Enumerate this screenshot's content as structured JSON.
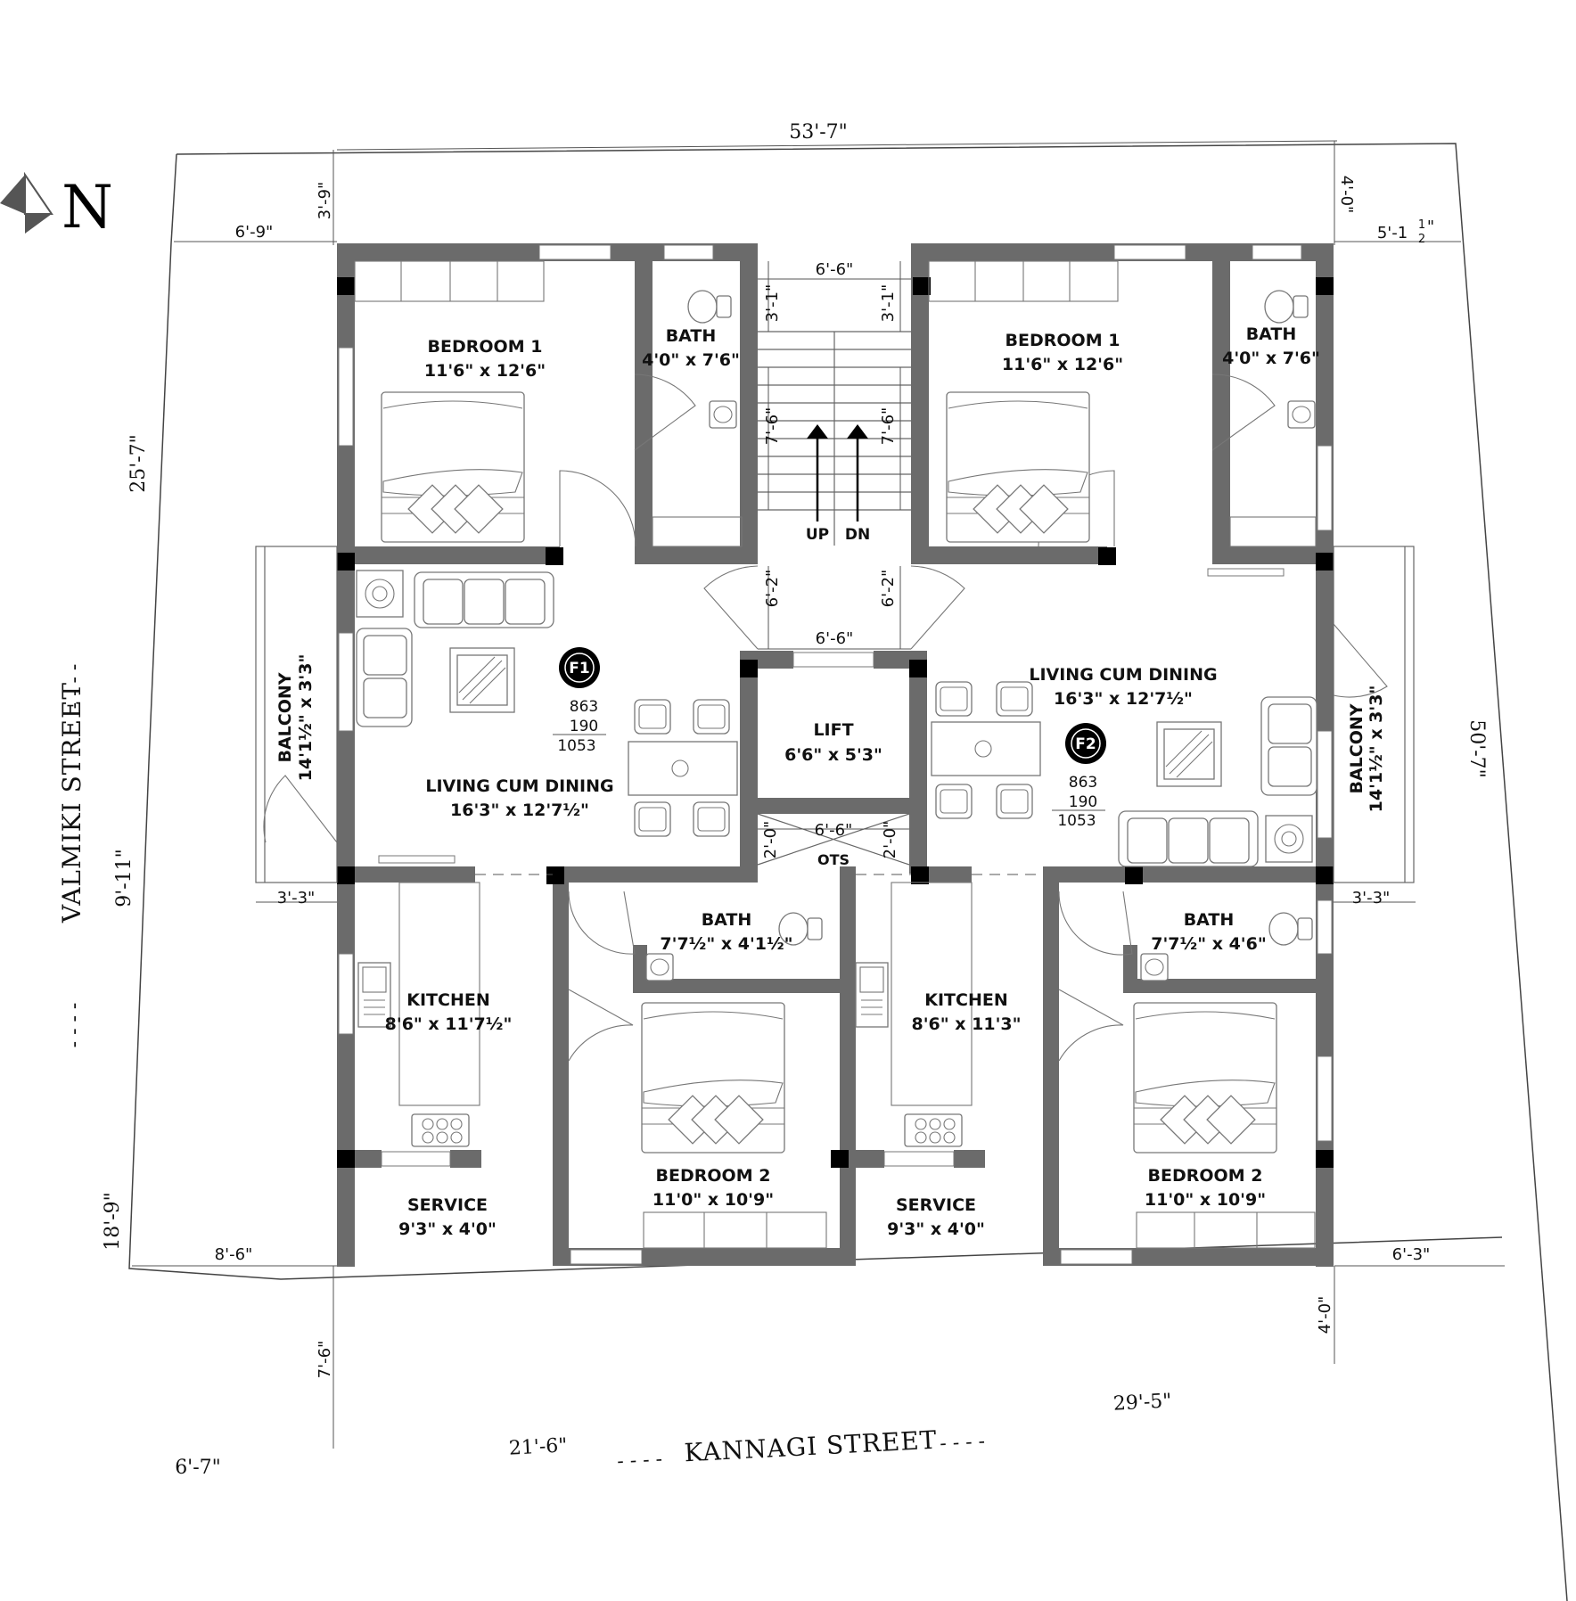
{
  "north": {
    "letter": "N"
  },
  "streets": {
    "west": "VALMIKI STREET",
    "south": "KANNAGI STREET"
  },
  "site_dims": {
    "top": "53'-7\"",
    "left_upper": "25'-7\"",
    "left_middle": "9'-11\"",
    "left_lower": "18'-9\"",
    "right": "50'-7\"",
    "bottom_left": "21'-6\"",
    "bottom_right": "29'-5\"",
    "bottom_corner": "6'-7\""
  },
  "setbacks": {
    "north_left": "3'-9\"",
    "west_top": "6'-9\"",
    "north_right": "4'-0\"",
    "east_top": "5'-1",
    "east_top_frac_num": "1",
    "east_top_frac_den": "2",
    "west_bottom": "8'-6\"",
    "south_left": "7'-6\"",
    "east_bottom": "6'-3\"",
    "south_right": "4'-0\"",
    "balcony_left": "3'-3\"",
    "balcony_right": "3'-3\""
  },
  "stair": {
    "width_top": "6'-6\"",
    "width_bottom": "6'-6\"",
    "landing_left": "3'-1\"",
    "landing_right": "3'-1\"",
    "flight_left": "7'-6\"",
    "flight_right": "7'-6\"",
    "lower_left": "6'-2\"",
    "lower_right": "6'-2\"",
    "up": "UP",
    "dn": "DN"
  },
  "lift": {
    "name": "LIFT",
    "size": "6'6\" x 5'3\""
  },
  "ots": {
    "name": "OTS",
    "width": "6'-6\"",
    "left": "2'-0\"",
    "right": "2'-0\""
  },
  "flats": [
    {
      "tag": "F1",
      "area": {
        "a": "863",
        "b": "190",
        "total": "1053"
      },
      "bedroom1": {
        "name": "BEDROOM 1",
        "size": "11'6\" x 12'6\""
      },
      "bath1": {
        "name": "BATH",
        "size": "4'0\" x 7'6\""
      },
      "living": {
        "name": "LIVING CUM DINING",
        "size": "16'3\" x 12'7½\""
      },
      "balcony": {
        "name": "BALCONY",
        "size": "14'1½\" x 3'3\""
      },
      "kitchen": {
        "name": "KITCHEN",
        "size": "8'6\" x 11'7½\""
      },
      "service": {
        "name": "SERVICE",
        "size": "9'3\" x 4'0\""
      },
      "bath2": {
        "name": "BATH",
        "size": "7'7½\" x 4'1½\""
      },
      "bedroom2": {
        "name": "BEDROOM 2",
        "size": "11'0\" x 10'9\""
      }
    },
    {
      "tag": "F2",
      "area": {
        "a": "863",
        "b": "190",
        "total": "1053"
      },
      "bedroom1": {
        "name": "BEDROOM 1",
        "size": "11'6\" x 12'6\""
      },
      "bath1": {
        "name": "BATH",
        "size": "4'0\" x 7'6\""
      },
      "living": {
        "name": "LIVING CUM DINING",
        "size": "16'3\" x 12'7½\""
      },
      "balcony": {
        "name": "BALCONY",
        "size": "14'1½\" x 3'3\""
      },
      "kitchen": {
        "name": "KITCHEN",
        "size": "8'6\" x 11'3\""
      },
      "service": {
        "name": "SERVICE",
        "size": "9'3\" x 4'0\""
      },
      "bath2": {
        "name": "BATH",
        "size": "7'7½\" x 4'6\""
      },
      "bedroom2": {
        "name": "BEDROOM 2",
        "size": "11'0\" x 10'9\""
      }
    }
  ]
}
